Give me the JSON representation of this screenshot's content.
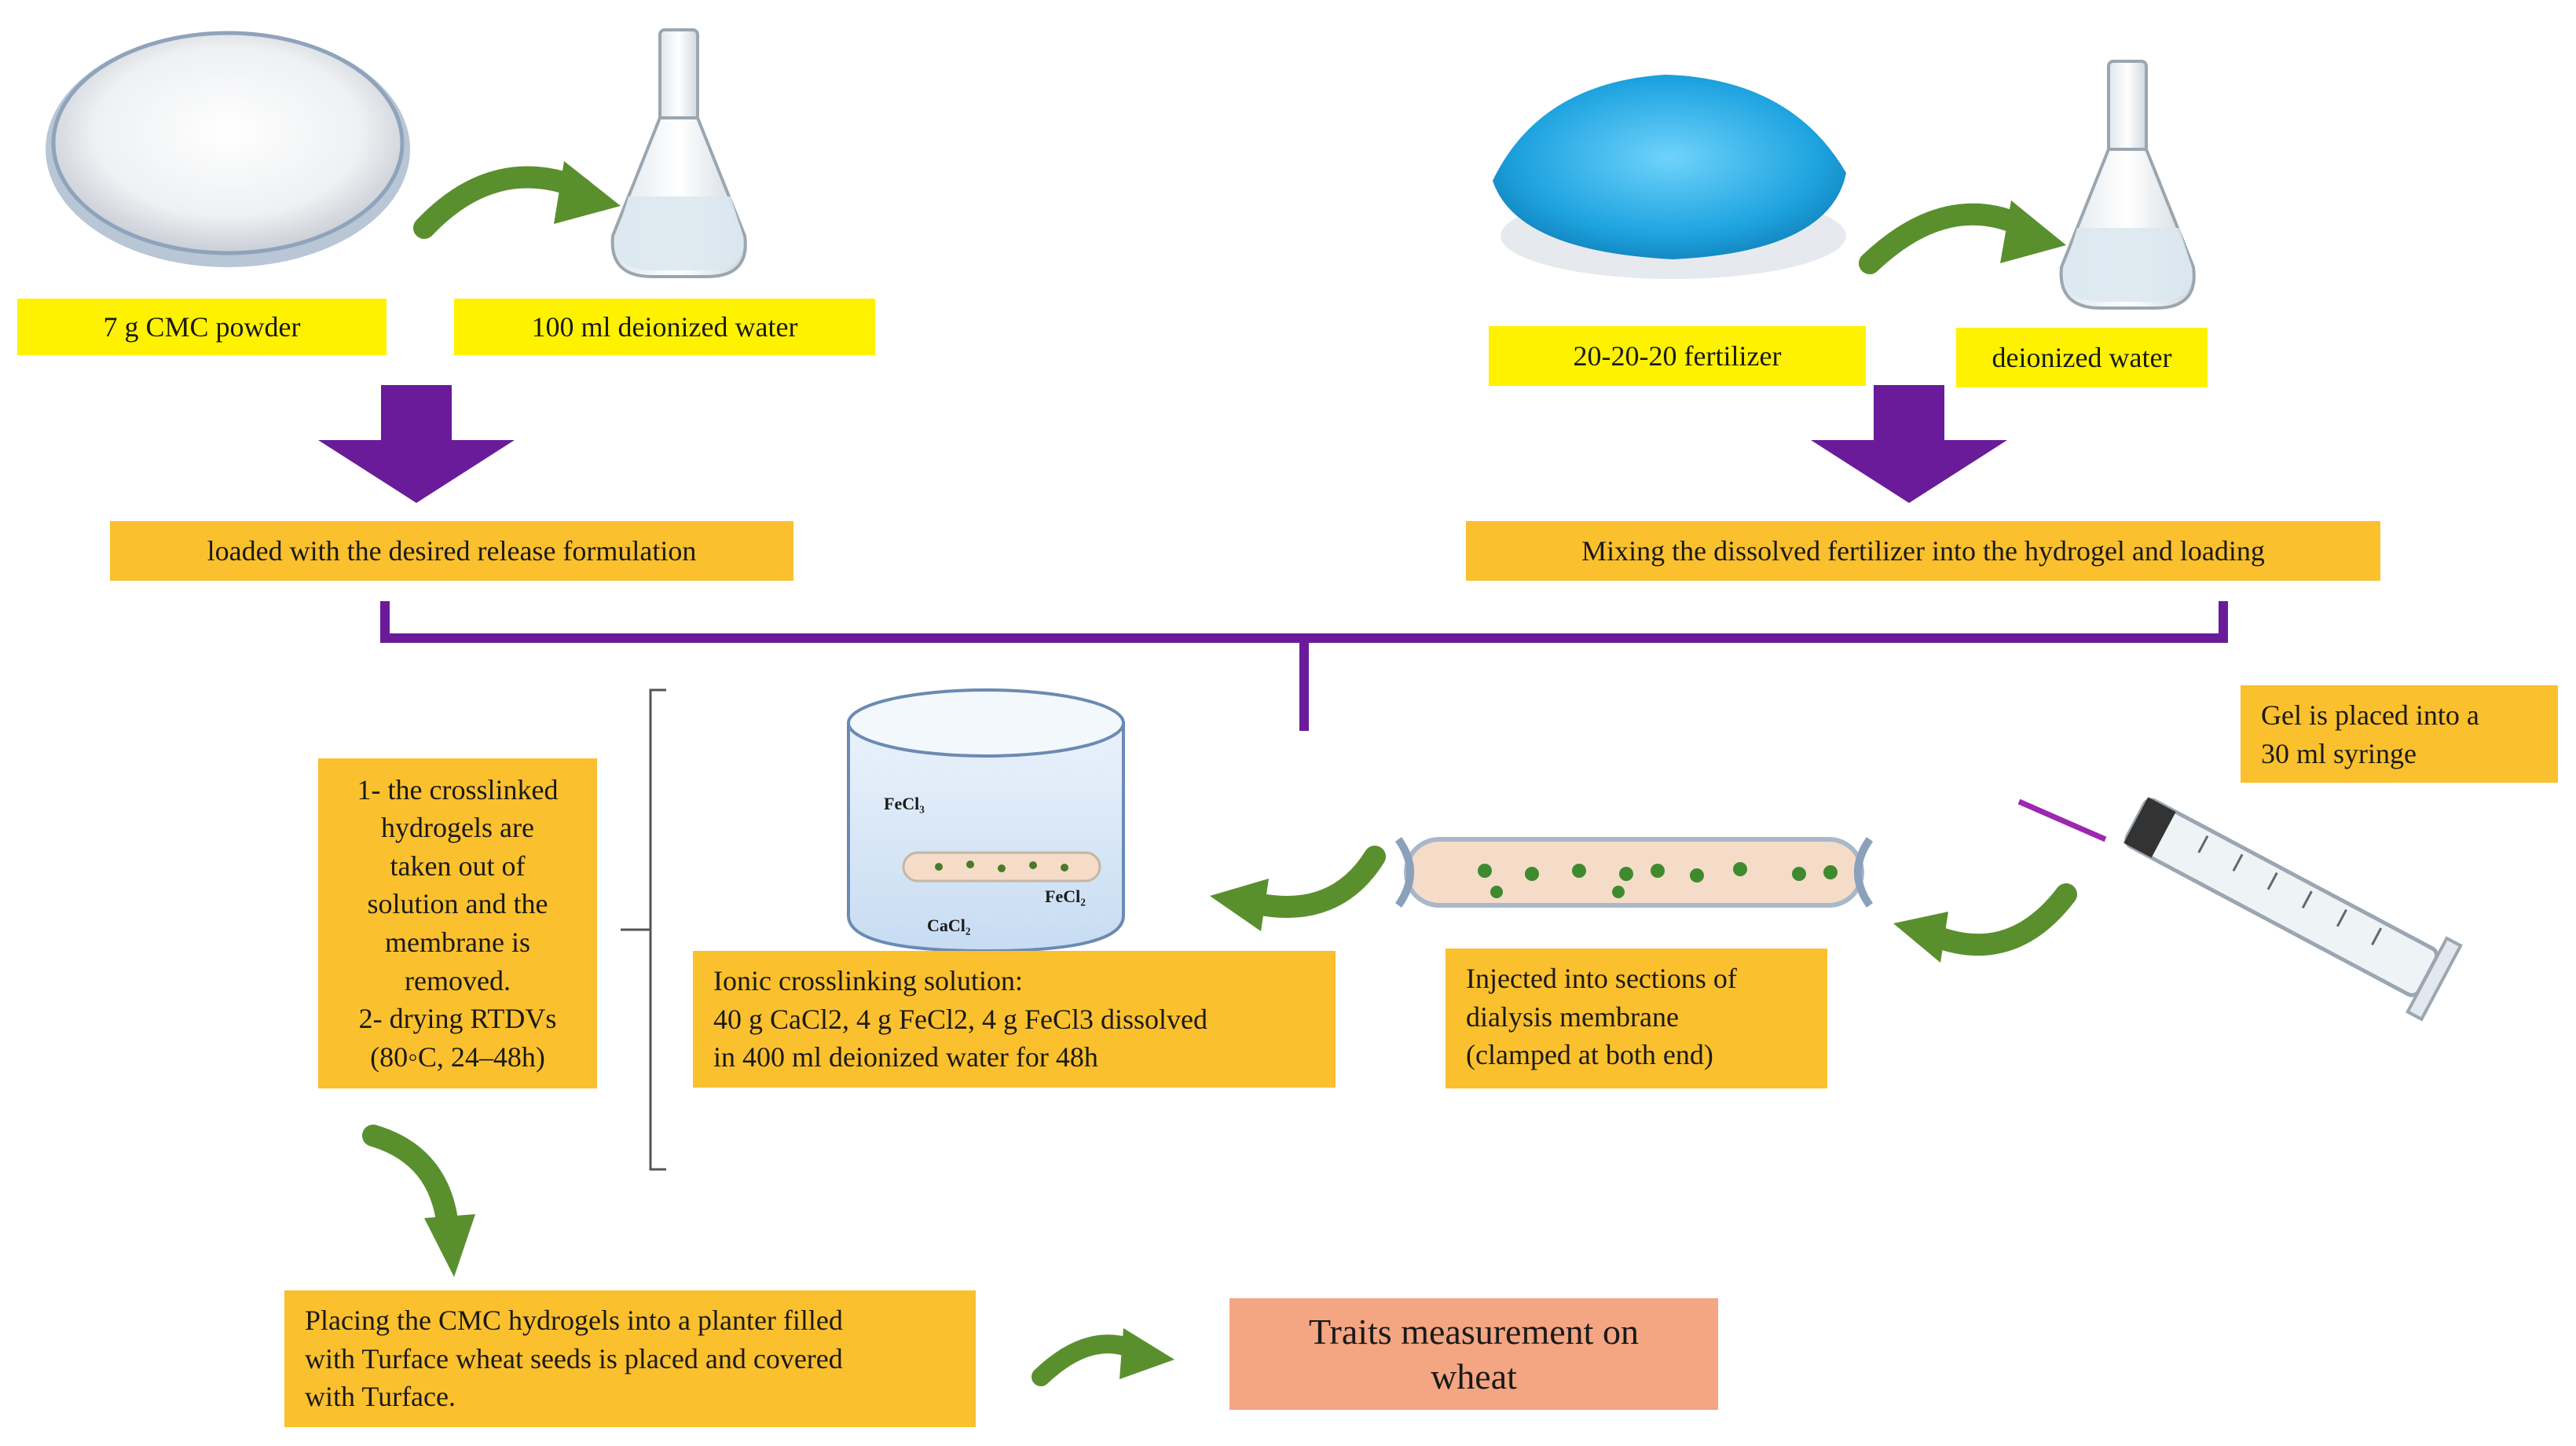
{
  "labels": {
    "cmc_powder": "7 g CMC powder",
    "water_100ml": "100 ml deionized water",
    "fertilizer": "20-20-20 fertilizer",
    "deionized_water": "deionized water",
    "loaded_formulation": "loaded with the desired release formulation",
    "mixing": "Mixing the dissolved fertilizer into the hydrogel and loading",
    "syringe_step": "Gel is placed into a\n30 ml syringe",
    "dialysis_step": "Injected into sections of\ndialysis membrane\n(clamped  at both end)",
    "crosslink_step": "Ionic crosslinking solution:\n40 g CaCl2, 4 g FeCl2, 4 g FeCl3 dissolved\nin 400 ml deionized water for 48h",
    "removal_step": "1- the crosslinked\nhydrogels are\ntaken out of\nsolution and the\nmembrane is\nremoved.\n2- drying RTDVs\n(80◦C, 24–48h)",
    "planter_step": "Placing the CMC hydrogels into a planter filled\nwith Turface wheat seeds is placed and covered\nwith Turface.",
    "traits": "Traits measurement on\nwheat"
  },
  "beaker_labels": {
    "fecl_top": "FeCl₃",
    "fecl_right": "FeCl₂",
    "cacl": "CaCl₂"
  },
  "colors": {
    "yellow_box": "#fff200",
    "orange_box": "#fbc02d",
    "salmon_box": "#f4a582",
    "purple": "#6a1b9a",
    "green_arrow": "#5a8f2e",
    "fertilizer_blue": "#29b6f6"
  }
}
